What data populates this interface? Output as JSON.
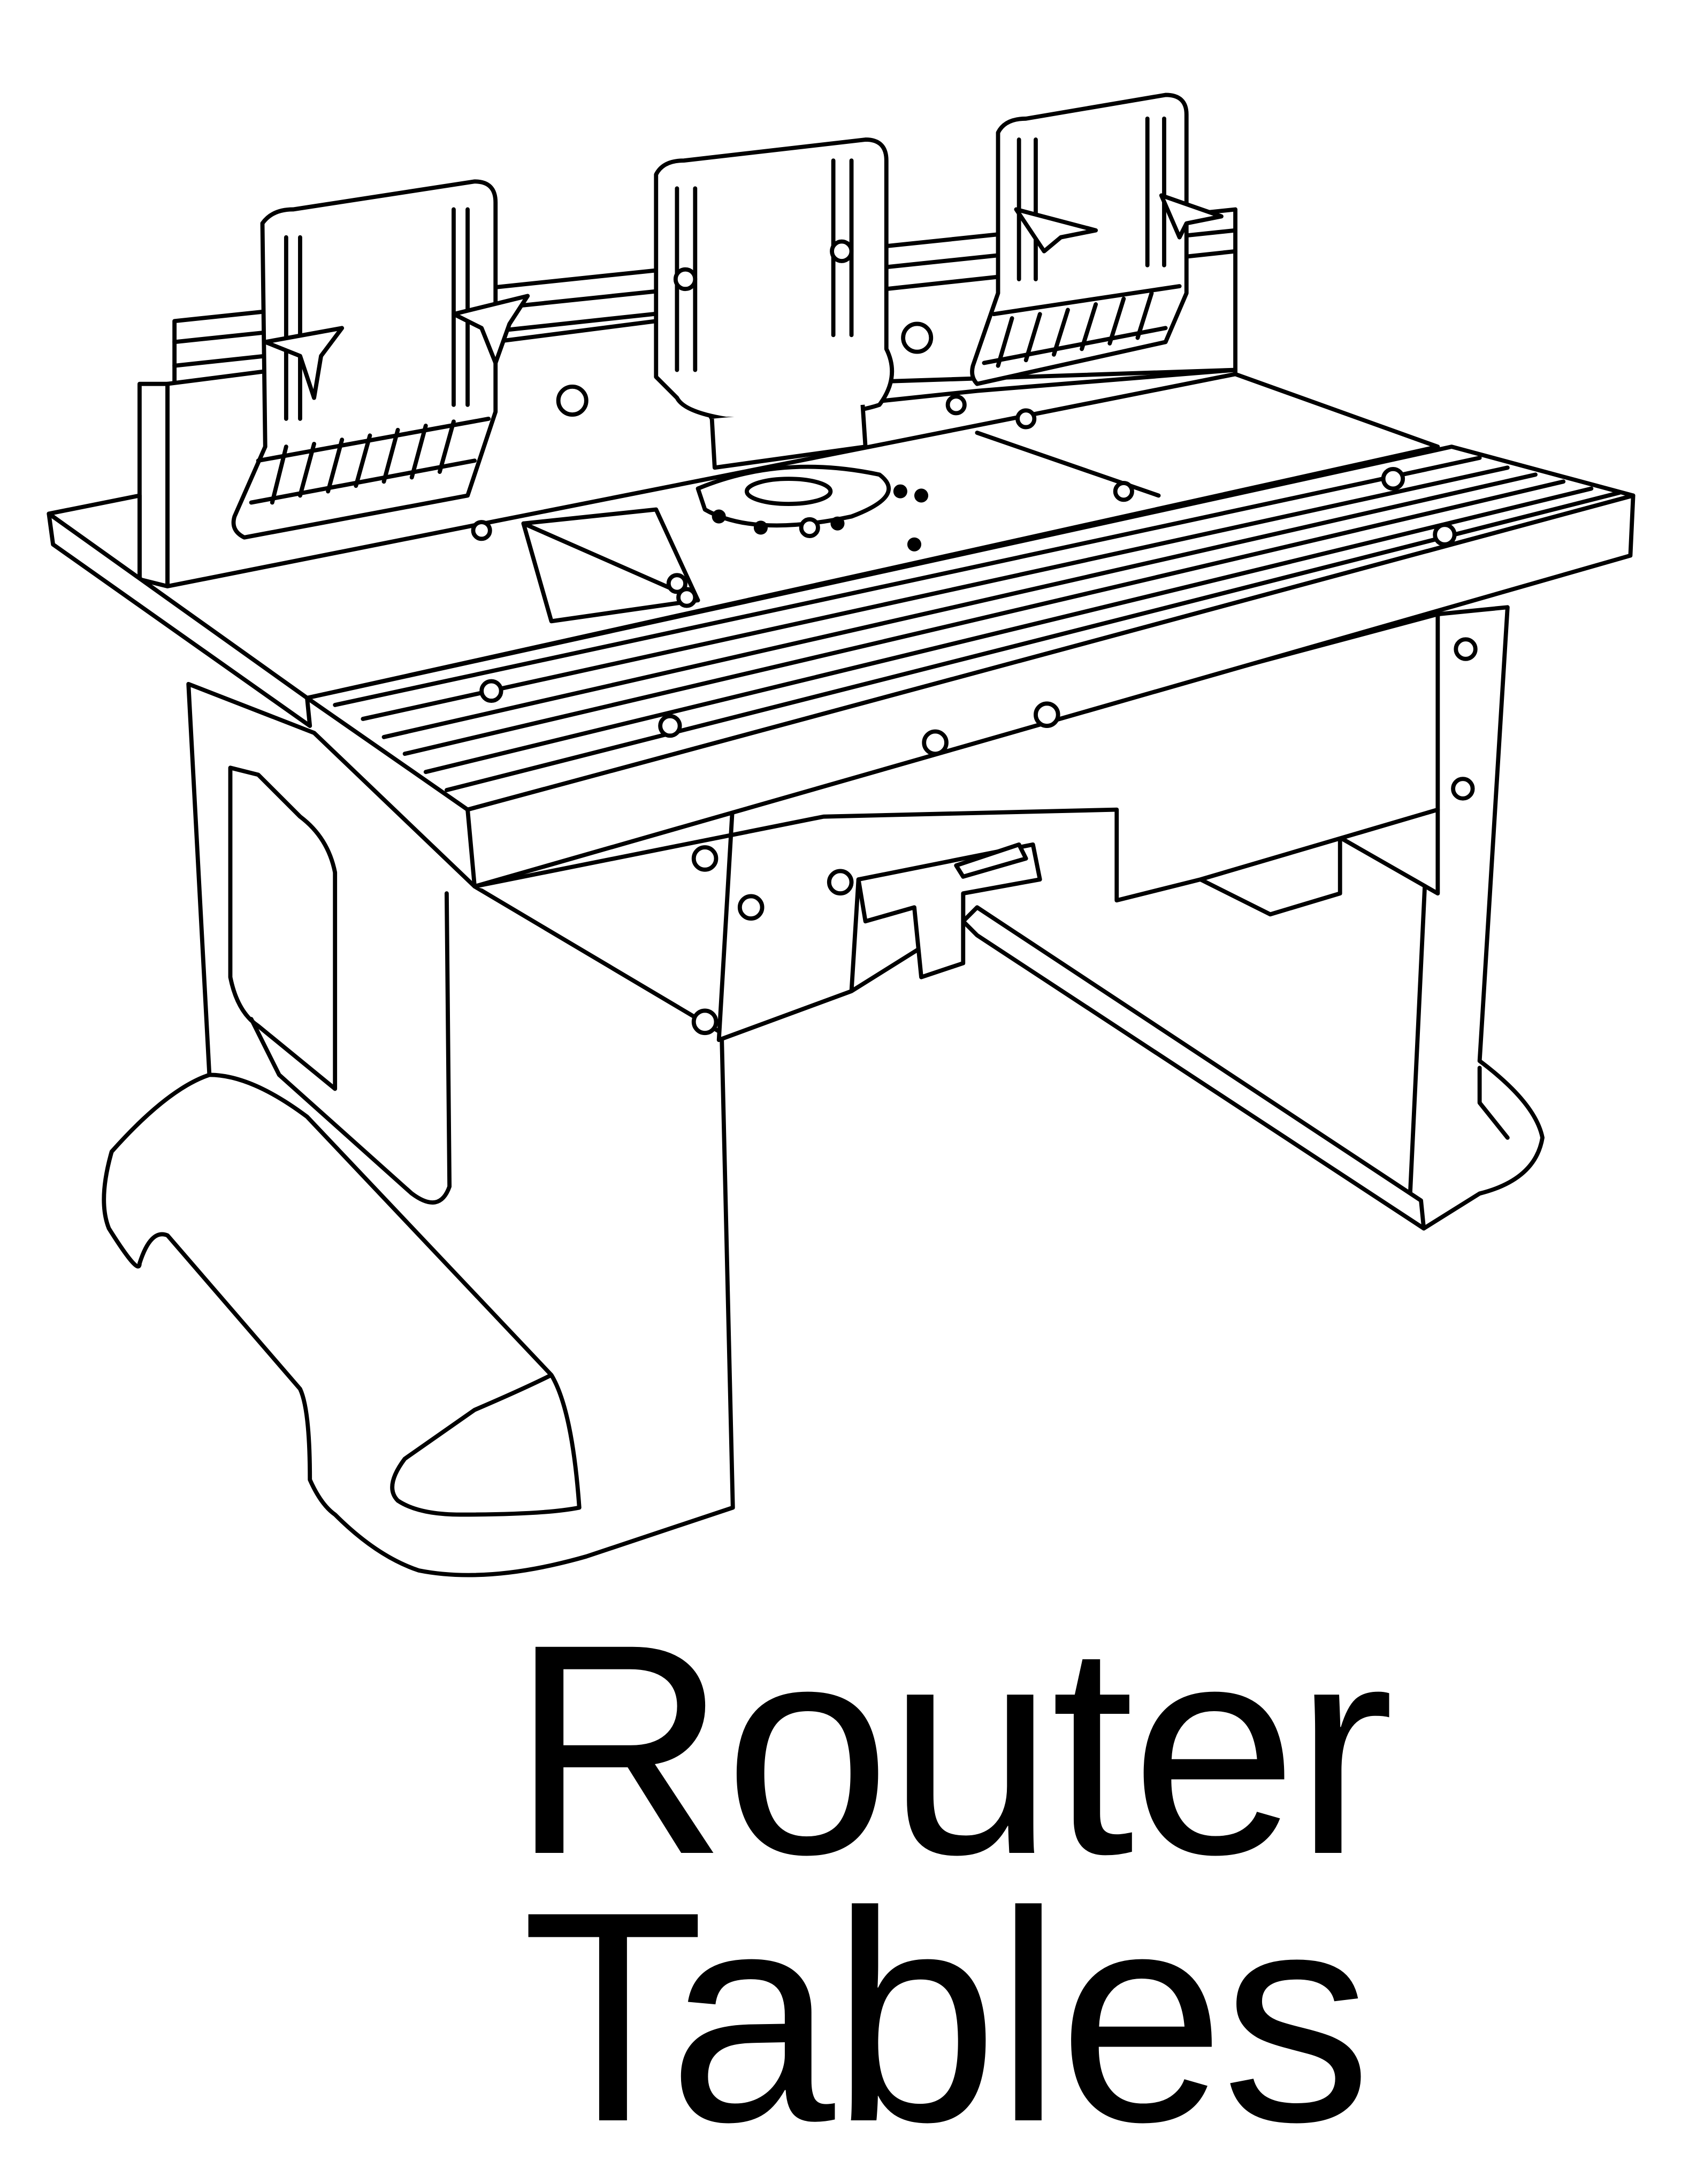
{
  "title": {
    "line1": "Router",
    "line2": "Tables"
  },
  "illustration": {
    "subject": "router-table",
    "stroke_color": "#000000",
    "background_color": "#ffffff"
  }
}
